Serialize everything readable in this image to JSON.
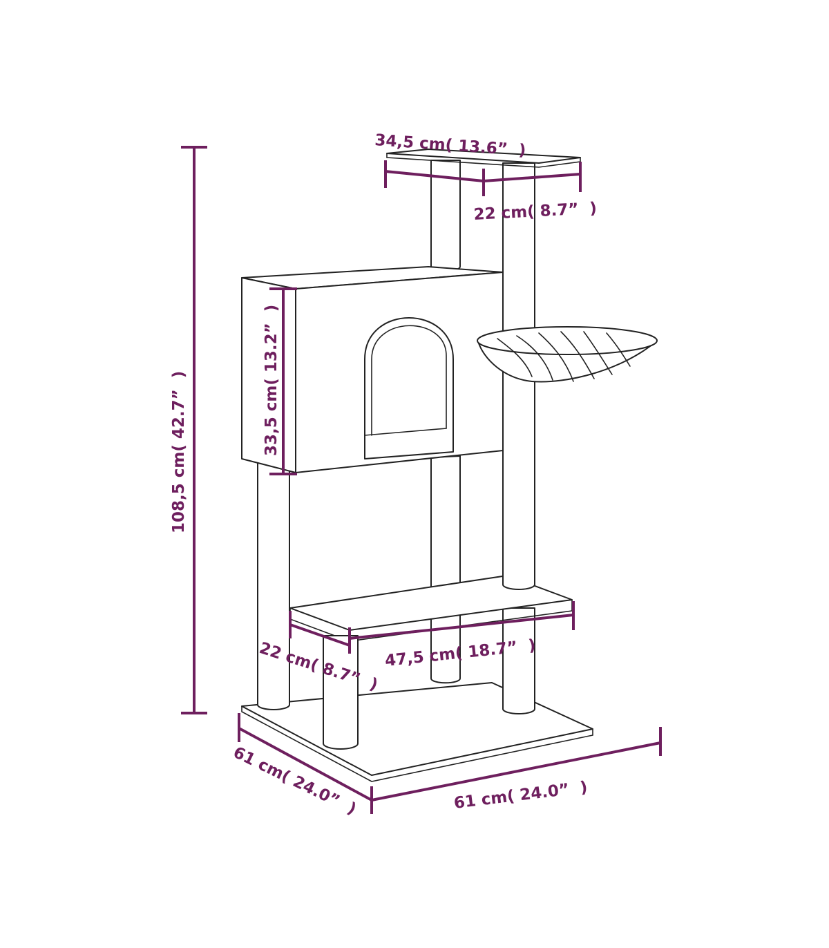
{
  "colors": {
    "dimension": "#6e1f5e",
    "outline": "#222222",
    "background": "#ffffff"
  },
  "dimensions": {
    "top_platform_width": "34,5 cm( 13.6”  )",
    "top_platform_depth": "22 cm( 8.7”  )",
    "total_height": "108,5 cm( 42.7”  )",
    "condo_height": "33,5 cm( 13.2”  )",
    "step_width": "47,5 cm( 18.7”  )",
    "step_depth": "22 cm( 8.7”  )",
    "base_depth": "61 cm( 24.0”  )",
    "base_width": "61 cm( 24.0”  )"
  }
}
